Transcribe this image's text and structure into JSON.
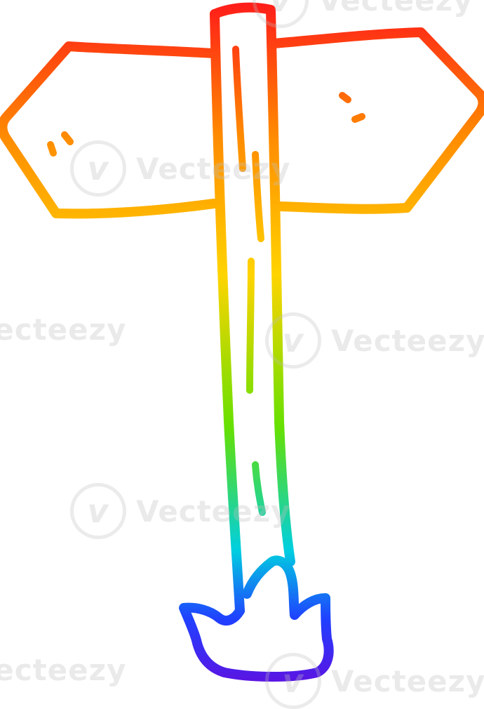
{
  "illustration": {
    "subject": "signpost",
    "stroke_gradient": [
      "#ff1a1a",
      "#ff8c00",
      "#ffd400",
      "#66e000",
      "#00cfe0",
      "#2040ff",
      "#6010e0"
    ],
    "background": "#ffffff"
  },
  "watermark": {
    "text": "Vecteezy",
    "logo_glyph": "V"
  }
}
